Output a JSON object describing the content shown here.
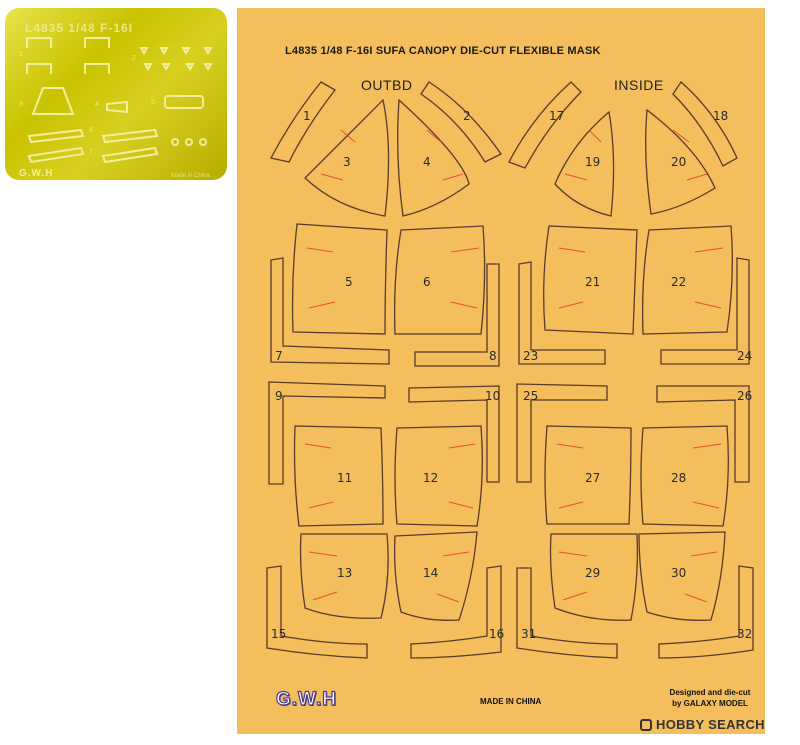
{
  "pe_fret": {
    "title": "L4835 1/48 F-16I",
    "logo": "G.W.H",
    "small_text": "Made in China",
    "part_labels": [
      "1",
      "2",
      "3",
      "4",
      "5",
      "6",
      "7"
    ]
  },
  "mask_sheet": {
    "title": "L4835 1/48 F-16I SUFA CANOPY DIE-CUT FLEXIBLE MASK",
    "left_side_label": "OUTBD",
    "right_side_label": "INSIDE",
    "piece_numbers": [
      "1",
      "2",
      "3",
      "4",
      "5",
      "6",
      "7",
      "8",
      "9",
      "10",
      "11",
      "12",
      "13",
      "14",
      "15",
      "16",
      "17",
      "18",
      "19",
      "20",
      "21",
      "22",
      "23",
      "24",
      "25",
      "26",
      "27",
      "28",
      "29",
      "30",
      "31",
      "32"
    ],
    "made_in": "MADE IN CHINA",
    "credit_line1": "Designed and die-cut",
    "credit_line2": "by GALAXY MODEL",
    "logo": "G.W.H"
  },
  "watermark": {
    "text": "HOBBY SEARCH",
    "icon": "hobby-search-logo-icon"
  },
  "colors": {
    "sheet": "#f4be5c",
    "cut_line": "#5a3a2a",
    "mask_hint": "#e8502e",
    "photo_etch": "#d4cc10"
  }
}
